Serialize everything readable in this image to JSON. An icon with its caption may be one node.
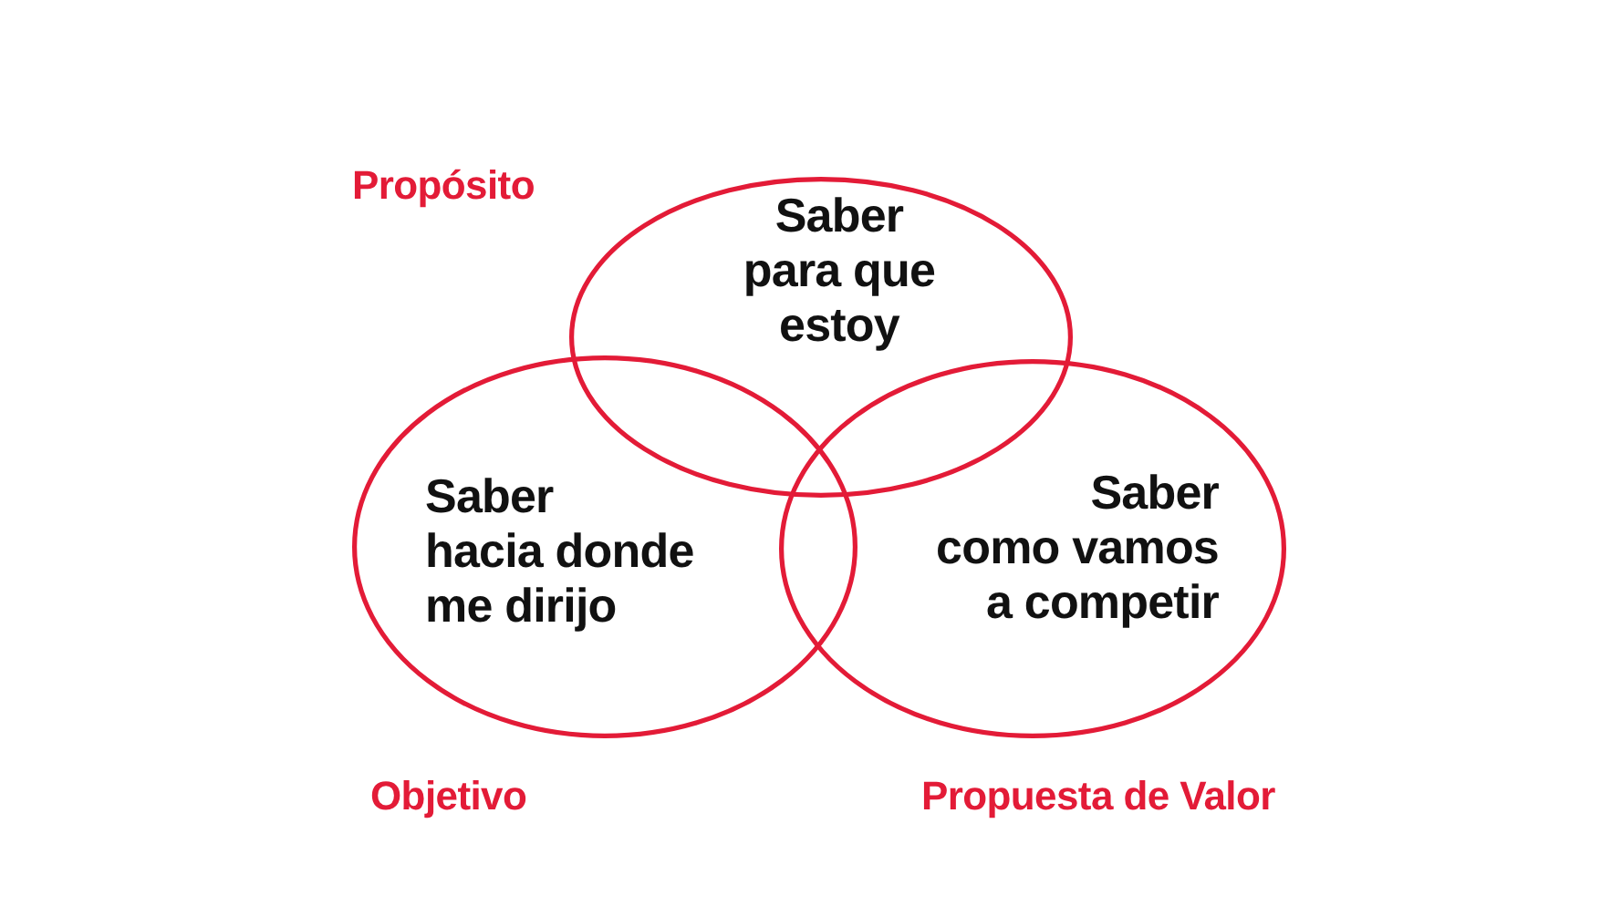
{
  "diagram": {
    "nodes": [
      {
        "text": [
          "Saber para que estoy"
        ],
        "beside": [
          "Propósito"
        ]
      },
      {
        "text": [
          "Saber hacia donde me dirijo"
        ],
        "beside": [
          "Objetivo"
        ]
      },
      {
        "text": [
          "Saber como vamos a competir"
        ],
        "beside": [
          "Propuesta de Valor"
        ]
      }
    ]
  }
}
